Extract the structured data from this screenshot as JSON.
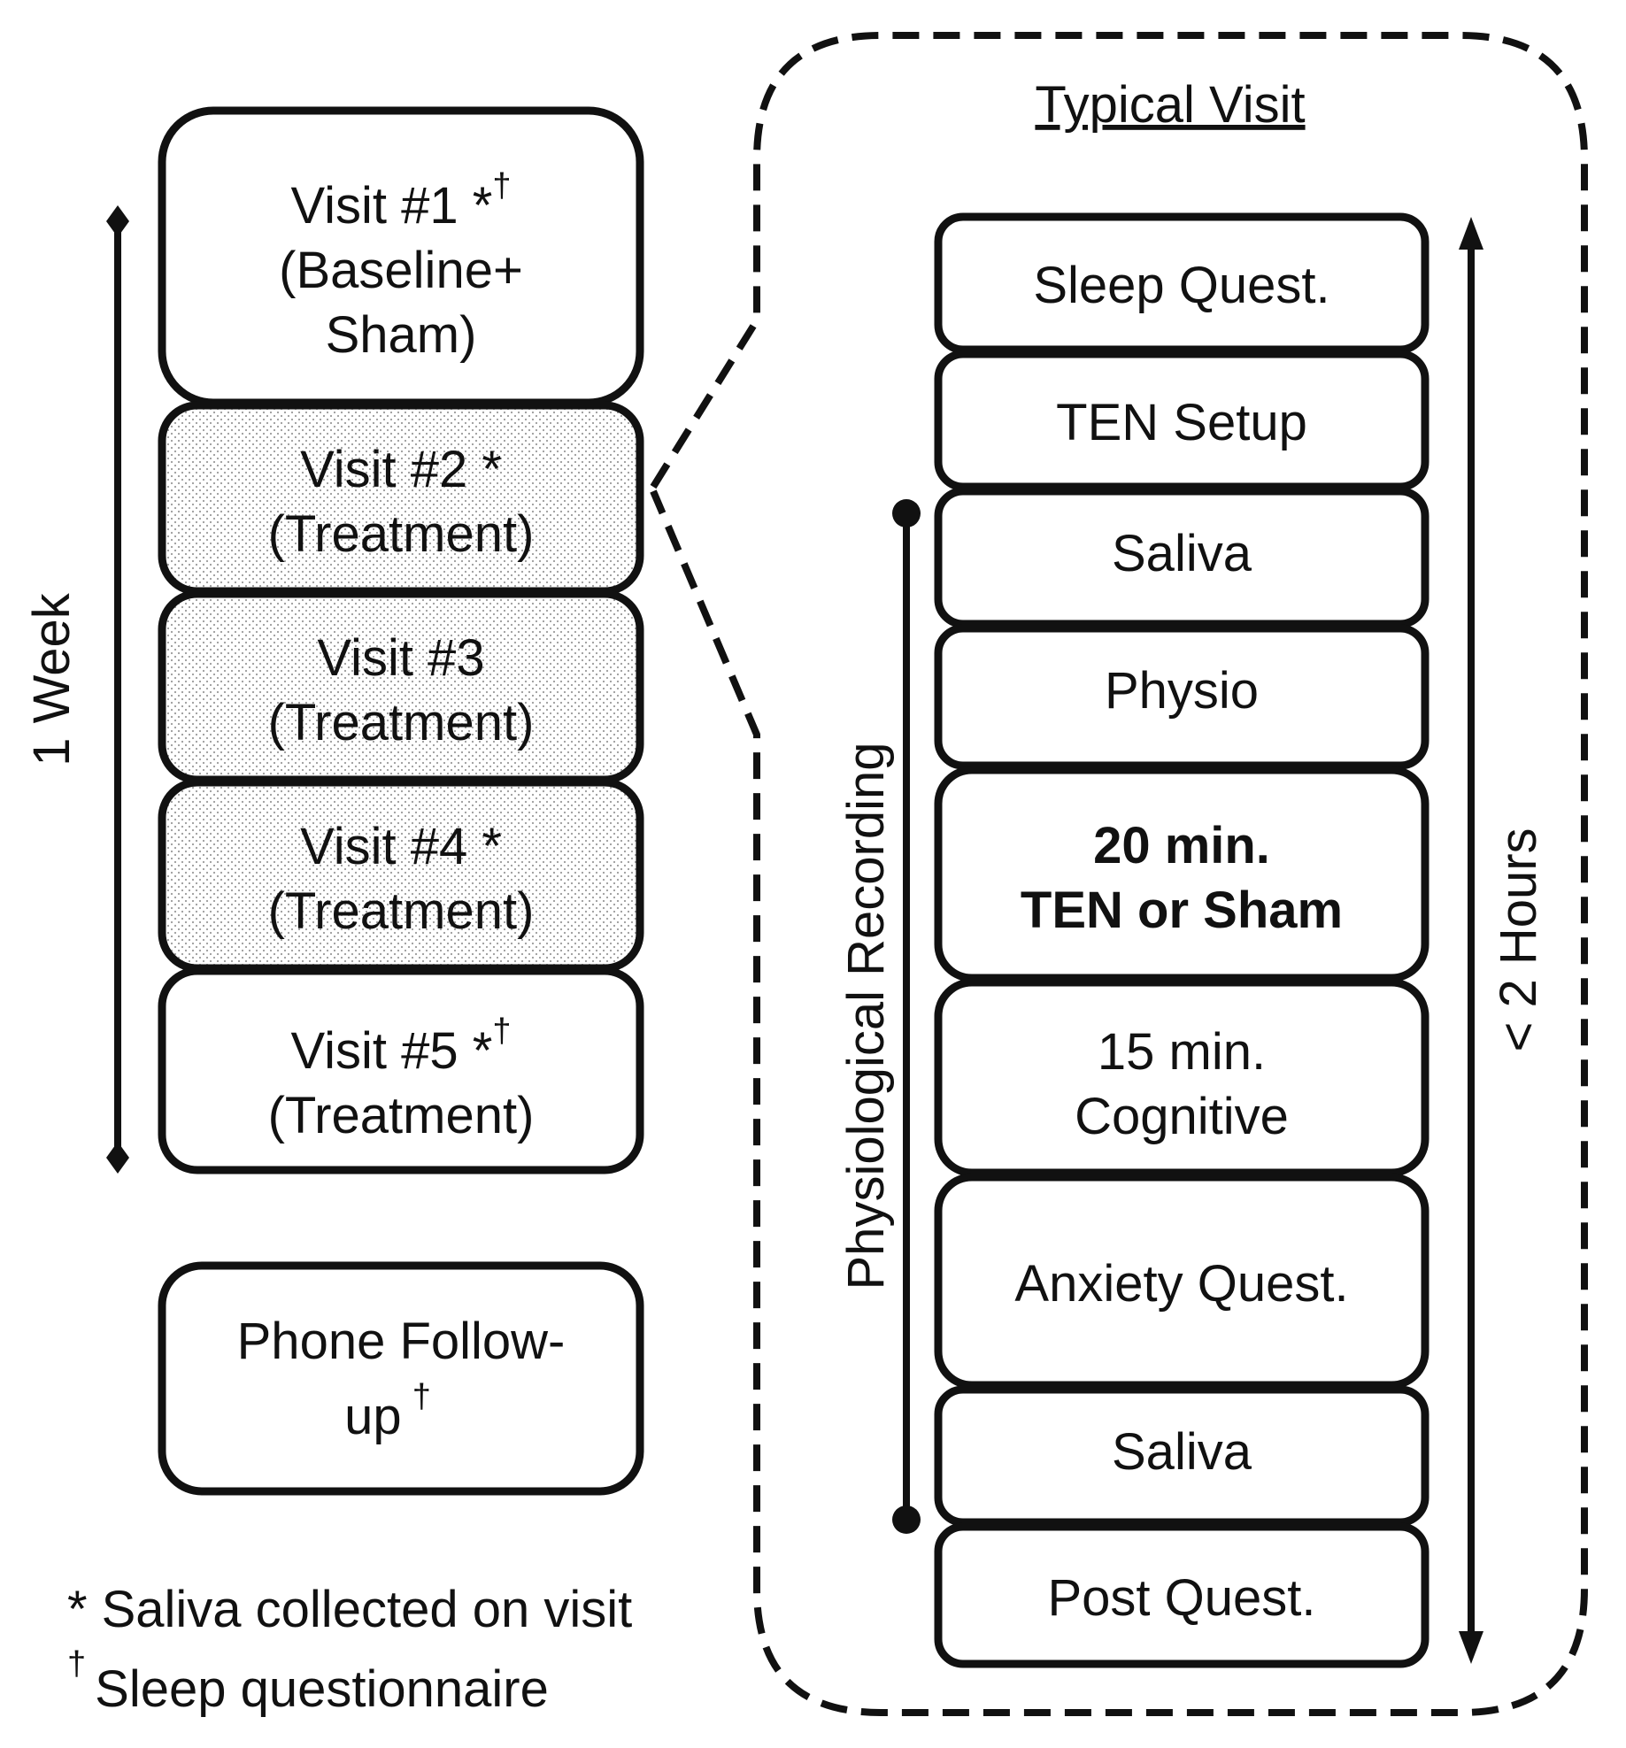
{
  "colors": {
    "stroke": "#111111",
    "fill_plain": "#ffffff",
    "fill_treatment": "#ececec",
    "stipple": "#9a9a9a"
  },
  "left_timeline": {
    "duration_label": "1 Week",
    "visits": [
      {
        "line1": "Visit #1 *",
        "sup": "†",
        "line2": "(Baseline+",
        "line3": "Sham)",
        "shaded": false
      },
      {
        "line1": "Visit #2 *",
        "sup": "",
        "line2": "(Treatment)",
        "line3": "",
        "shaded": true
      },
      {
        "line1": "Visit #3",
        "sup": "",
        "line2": "(Treatment)",
        "line3": "",
        "shaded": true
      },
      {
        "line1": "Visit #4 *",
        "sup": "",
        "line2": "(Treatment)",
        "line3": "",
        "shaded": true
      },
      {
        "line1": "Visit #5 *",
        "sup": "†",
        "line2": "(Treatment)",
        "line3": "",
        "shaded": false
      }
    ],
    "followup": {
      "line1": "Phone Follow-",
      "line2": "up",
      "sup": "†"
    }
  },
  "legend": {
    "saliva": {
      "symbol": "*",
      "text": "Saliva collected on visit"
    },
    "sleep": {
      "symbol": "†",
      "text": "Sleep questionnaire"
    }
  },
  "typical_visit": {
    "title": "Typical Visit",
    "duration_label": "< 2 Hours",
    "recording_label": "Physiological Recording",
    "steps": [
      {
        "lines": [
          "Sleep Quest."
        ],
        "bold": false
      },
      {
        "lines": [
          "TEN Setup"
        ],
        "bold": false
      },
      {
        "lines": [
          "Saliva"
        ],
        "bold": false
      },
      {
        "lines": [
          "Physio"
        ],
        "bold": false
      },
      {
        "lines": [
          "20 min.",
          "TEN or Sham"
        ],
        "bold": true
      },
      {
        "lines": [
          "15 min.",
          "Cognitive"
        ],
        "bold": false
      },
      {
        "lines": [
          "Anxiety Quest."
        ],
        "bold": false
      },
      {
        "lines": [
          "Saliva"
        ],
        "bold": false
      },
      {
        "lines": [
          "Post Quest."
        ],
        "bold": false
      }
    ]
  }
}
